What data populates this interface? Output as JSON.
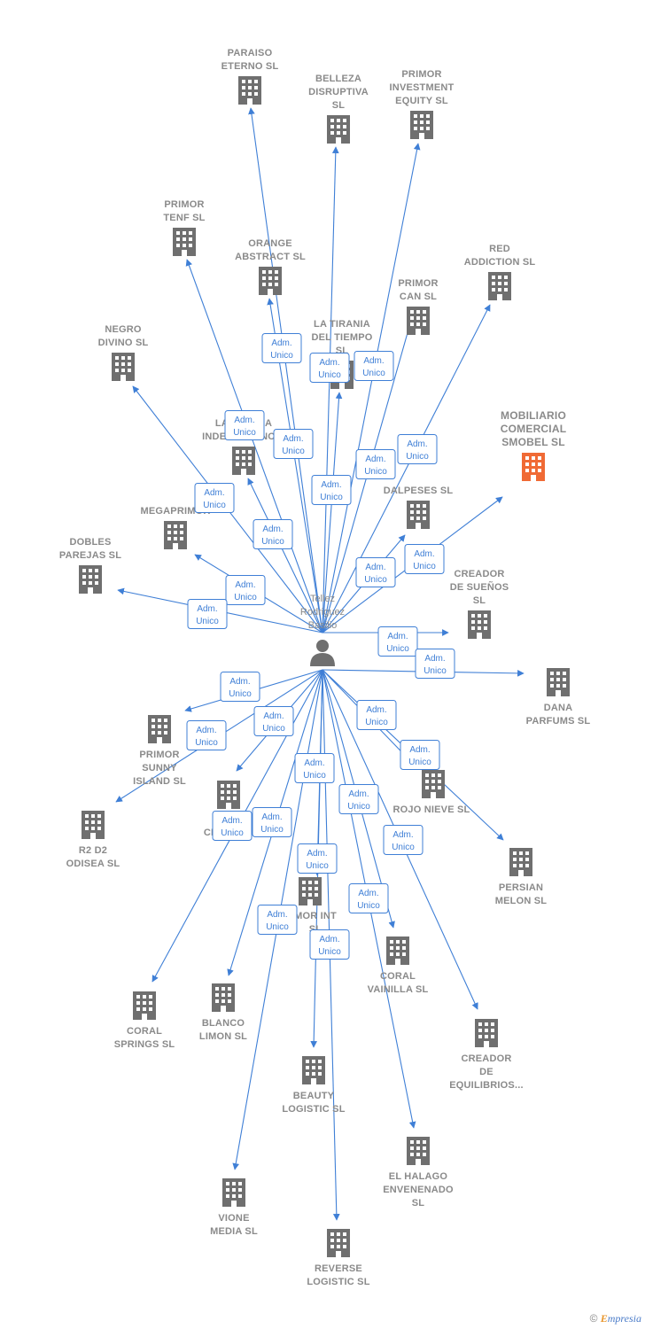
{
  "colors": {
    "edge": "#3f7fd6",
    "building": "#6f6f6f",
    "highlight": "#f06a35",
    "label": "#8a8a8a"
  },
  "role_label": [
    "Adm.",
    "Unico"
  ],
  "person": {
    "label_lines": [
      "Tellez",
      "Rodriguez",
      "Basilio"
    ],
    "icon": "person-icon"
  },
  "companies": [
    {
      "id": "paraiso-eterno",
      "lines": [
        "PARAISO",
        "ETERNO  SL"
      ]
    },
    {
      "id": "belleza-disruptiva",
      "lines": [
        "BELLEZA",
        "DISRUPTIVA",
        "SL"
      ]
    },
    {
      "id": "primor-investment-equity",
      "lines": [
        "PRIMOR",
        "INVESTMENT",
        "EQUITY  SL"
      ]
    },
    {
      "id": "primor-tenf",
      "lines": [
        "PRIMOR",
        "TENF  SL"
      ]
    },
    {
      "id": "orange-abstract",
      "lines": [
        "ORANGE",
        "ABSTRACT  SL"
      ]
    },
    {
      "id": "red-addiction",
      "lines": [
        "RED",
        "ADDICTION  SL"
      ]
    },
    {
      "id": "primor-can",
      "lines": [
        "PRIMOR",
        "CAN  SL"
      ]
    },
    {
      "id": "la-tirania-del-tiempo",
      "lines": [
        "LA TIRANIA",
        "DEL TIEMPO",
        "SL"
      ]
    },
    {
      "id": "negro-divino",
      "lines": [
        "NEGRO",
        "DIVINO SL"
      ]
    },
    {
      "id": "la-eterna-independencia",
      "lines": [
        "LA ETERNA",
        "INDEPENDENCIA"
      ]
    },
    {
      "id": "mobiliario-comercial-smobel",
      "lines": [
        "MOBILIARIO",
        "COMERCIAL",
        "SMOBEL  SL"
      ],
      "highlight": true
    },
    {
      "id": "dalpeses",
      "lines": [
        "DALPESES  SL"
      ]
    },
    {
      "id": "megaprimor",
      "lines": [
        "MEGAPRIMOR"
      ]
    },
    {
      "id": "dobles-parejas",
      "lines": [
        "DOBLES",
        "PAREJAS SL"
      ]
    },
    {
      "id": "creador-de-suenos",
      "lines": [
        "CREADOR",
        "DE SUEÑOS",
        "SL"
      ]
    },
    {
      "id": "dana-parfums",
      "lines": [
        "DANA",
        "PARFUMS  SL"
      ]
    },
    {
      "id": "primor-sunny-island",
      "lines": [
        "PRIMOR",
        "SUNNY",
        "ISLAND  SL"
      ]
    },
    {
      "id": "r2-d2-odisea",
      "lines": [
        "R2 D2",
        "ODISEA  SL"
      ]
    },
    {
      "id": "cr-hidden",
      "lines": [
        "CR"
      ]
    },
    {
      "id": "rojo-nieve",
      "lines": [
        "ROJO NIEVE SL"
      ]
    },
    {
      "id": "persian-melon",
      "lines": [
        "PERSIAN",
        "MELON SL"
      ]
    },
    {
      "id": "primor-int",
      "lines": [
        "MOR INT",
        "SL"
      ]
    },
    {
      "id": "coral-vainilla",
      "lines": [
        "CORAL",
        "VAINILLA SL"
      ]
    },
    {
      "id": "coral-springs",
      "lines": [
        "CORAL",
        "SPRINGS SL"
      ]
    },
    {
      "id": "blanco-limon",
      "lines": [
        "BLANCO",
        "LIMON SL"
      ]
    },
    {
      "id": "creador-de-equilibrios",
      "lines": [
        "CREADOR",
        "DE",
        "EQUILIBRIOS..."
      ]
    },
    {
      "id": "beauty-logistic",
      "lines": [
        "BEAUTY",
        "LOGISTIC  SL"
      ]
    },
    {
      "id": "el-halago-envenenado",
      "lines": [
        "EL HALAGO",
        "ENVENENADO",
        "SL"
      ]
    },
    {
      "id": "vione-media",
      "lines": [
        "VIONE",
        "MEDIA  SL"
      ]
    },
    {
      "id": "reverse-logistic",
      "lines": [
        "REVERSE",
        "LOGISTIC  SL"
      ]
    }
  ],
  "footer": {
    "copyright": "©",
    "brand_e": "E",
    "brand_rest": "mpresia"
  }
}
